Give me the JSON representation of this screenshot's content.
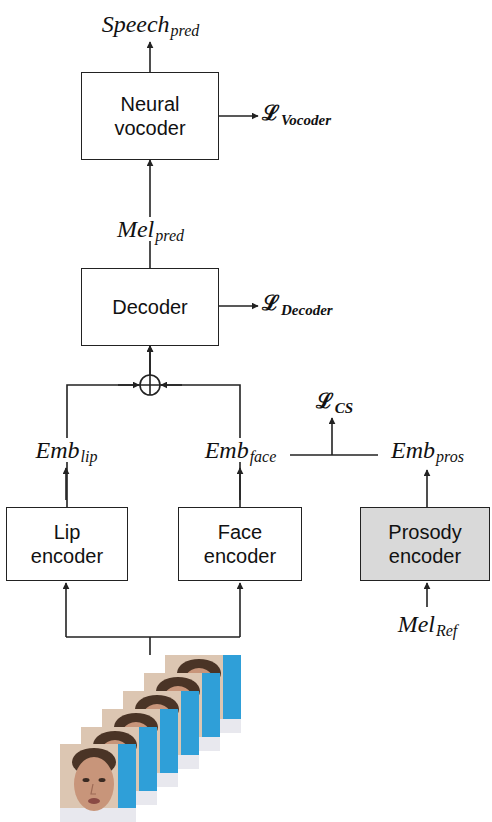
{
  "diagram": {
    "nodes": [
      {
        "text": [
          "Neural vocoder"
        ]
      },
      {
        "text": [
          "Decoder"
        ]
      },
      {
        "text": [
          "Lip encoder"
        ]
      },
      {
        "text": [
          "Face encoder"
        ]
      },
      {
        "text": [
          "Prosody encoder"
        ]
      }
    ],
    "edges": [
      {
        "from": 1,
        "to": 0,
        "arrow": "to"
      },
      {
        "from": 2,
        "to": 1,
        "arrow": "to"
      },
      {
        "from": 3,
        "to": 1,
        "arrow": "to"
      }
    ],
    "labels": [
      "Speech",
      "pred",
      "ℒ",
      "Vocoder",
      "Mel",
      "pred",
      "ℒ",
      "Decoder",
      "Emb",
      "lip",
      "Emb",
      "face",
      "ℒ",
      "CS",
      "Emb",
      "pros",
      "Mel",
      "Ref"
    ]
  }
}
